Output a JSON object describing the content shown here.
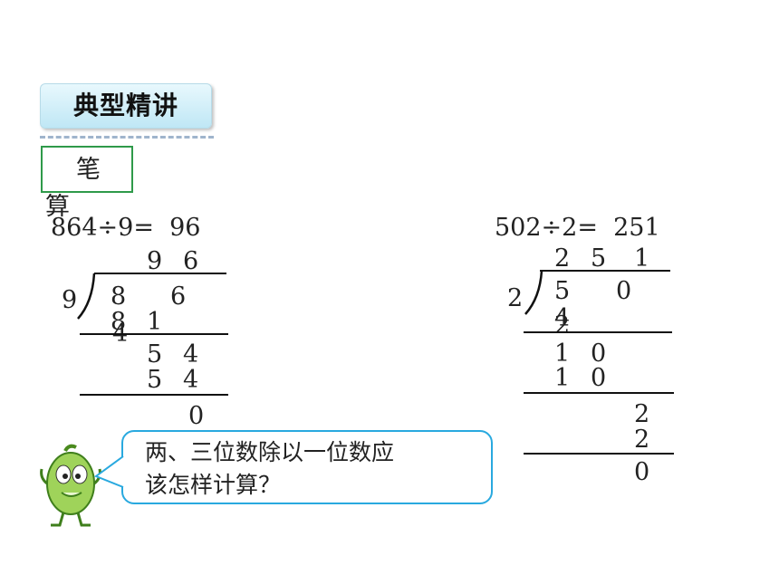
{
  "header": {
    "title": "典型精讲"
  },
  "label": {
    "line1": "笔",
    "line2": "算"
  },
  "example1": {
    "equation": "864÷9=  96",
    "quotient": [
      "9",
      "6"
    ],
    "divisor": "9",
    "dividend_row": [
      "8",
      "6"
    ],
    "step1": [
      "8",
      "1"
    ],
    "step1_over": "4",
    "step2a": [
      "5",
      "4"
    ],
    "step2b": [
      "5",
      "4"
    ],
    "remainder": "0"
  },
  "example2": {
    "equation": "502÷2=  251",
    "quotient": [
      "2",
      "5",
      "1"
    ],
    "divisor": "2",
    "dividend_row": [
      "5",
      "0"
    ],
    "step1_top": "4",
    "step1_bottom": "2",
    "step2a": [
      "1",
      "0"
    ],
    "step2b": [
      "1",
      "0"
    ],
    "step3a": "2",
    "step3b": "2",
    "remainder": "0"
  },
  "bubble": {
    "line1": "两、三位数除以一位数应",
    "line2": "该怎样计算？"
  },
  "colors": {
    "bubble_border": "#29a9df",
    "label_border": "#2f9a4a",
    "badge": "#bfe7f5"
  }
}
